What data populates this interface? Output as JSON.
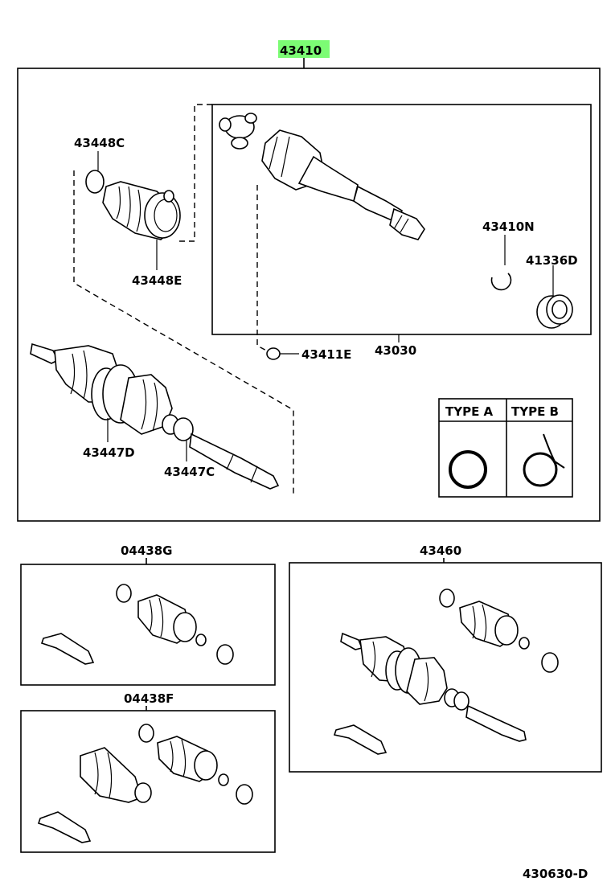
{
  "diagram": {
    "main_assembly_label": "43410",
    "callouts": {
      "boot_clamp_outer": "43448C",
      "boot_outer": "43448E",
      "snap_ring": "43410N",
      "dust_seal": "41336D",
      "snap_ring_small": "43411E",
      "inner_joint": "43030",
      "boot_inner": "43447D",
      "clamp_inner": "43447C"
    },
    "type_legend": {
      "type_a": "TYPE A",
      "type_b": "TYPE B"
    },
    "kits": {
      "kit_g": "04438G",
      "kit_f": "04438F",
      "kit_shaft": "43460"
    },
    "figure_code": "430630-D"
  },
  "colors": {
    "highlight": "#7CFC74",
    "line": "#000000",
    "background": "#ffffff"
  }
}
